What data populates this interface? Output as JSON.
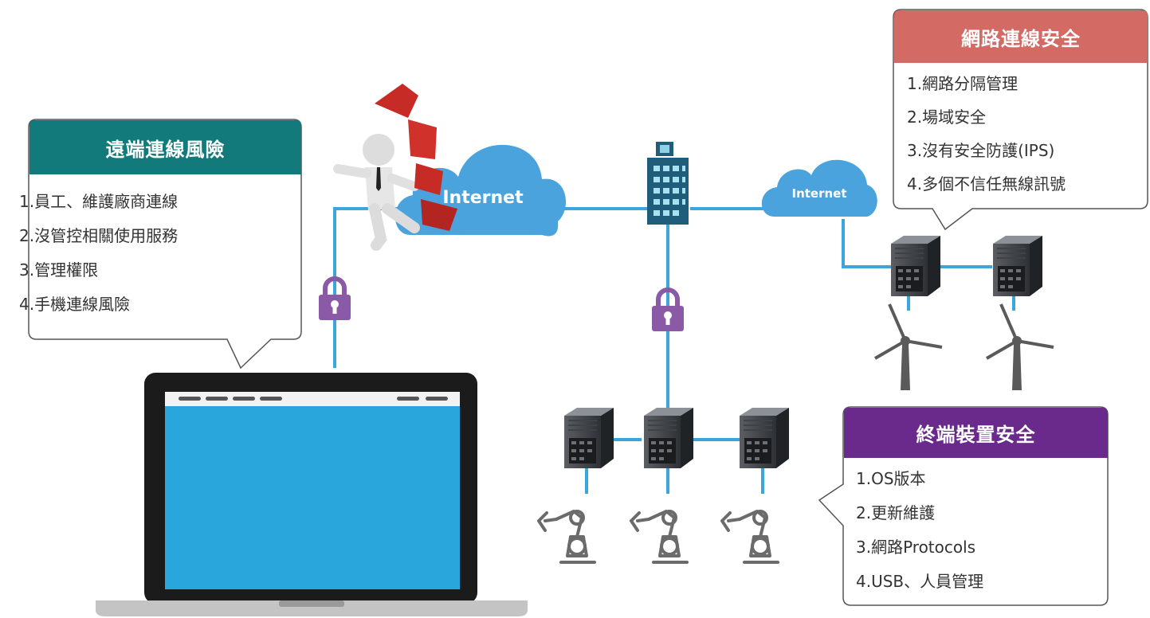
{
  "clouds": {
    "main": "Internet",
    "secondary": "Internet"
  },
  "callouts": {
    "remote": {
      "title": "遠端連線風險",
      "color": "#127a7a",
      "items": [
        "1.員工、維護廠商連線",
        "2.沒管控相關使用服務",
        "3.管理權限",
        "4.手機連線風險"
      ]
    },
    "network": {
      "title": "網路連線安全",
      "color": "#d36a64",
      "items": [
        "1.網路分隔管理",
        "2.場域安全",
        "3.沒有安全防護(IPS)",
        "4.多個不信任無線訊號"
      ]
    },
    "endpoint": {
      "title": "終端裝置安全",
      "color": "#6a2a8c",
      "items": [
        "1.OS版本",
        "2.更新維護",
        "3.網路Protocols",
        "4.USB、人員管理"
      ]
    }
  },
  "colors": {
    "link": "#3aa6dc",
    "cloud": "#4aa3dd",
    "lock": "#8a5aa6",
    "screen": "#29a6dc"
  },
  "icons": [
    "risk-figure-icon",
    "cloud-icon",
    "building-icon",
    "lock-icon",
    "industrial-pc-icon",
    "robot-arm-icon",
    "wind-turbine-icon",
    "laptop-icon"
  ]
}
